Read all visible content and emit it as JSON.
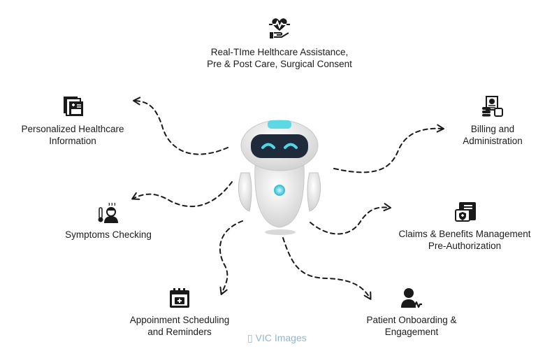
{
  "features": {
    "top": {
      "line1": "Real-TIme Helthcare Assistance,",
      "line2": "Pre & Post Care, Surgical Consent",
      "icon": "heart-hand-icon"
    },
    "personalized": {
      "line1": "Personalized Healthcare",
      "line2": "Information",
      "icon": "medical-records-icon"
    },
    "symptoms": {
      "line1": "Symptoms Checking",
      "icon": "patient-fever-icon"
    },
    "appointment": {
      "line1": "Appoinment Scheduling",
      "line2": "and Reminders",
      "icon": "calendar-medical-icon"
    },
    "billing": {
      "line1": "Billing and",
      "line2": "Administration",
      "icon": "billing-receipt-icon"
    },
    "claims": {
      "line1": "Claims & Benefits Management",
      "line2": "Pre-Authorization",
      "icon": "insurance-claim-icon"
    },
    "onboarding": {
      "line1": "Patient Onboarding &",
      "line2": "Engagement",
      "icon": "patient-check-icon"
    }
  },
  "center": {
    "icon": "robot-icon"
  },
  "watermark": {
    "text": "VIC Images",
    "glyph": "▯"
  },
  "colors": {
    "icon": "#1a1a1a",
    "arrow": "#1a1a1a",
    "robot_body": "#e8e8e8",
    "robot_visor": "#1f2b3a",
    "robot_eyes": "#4fd6e6",
    "watermark": "#8fb6cf"
  }
}
